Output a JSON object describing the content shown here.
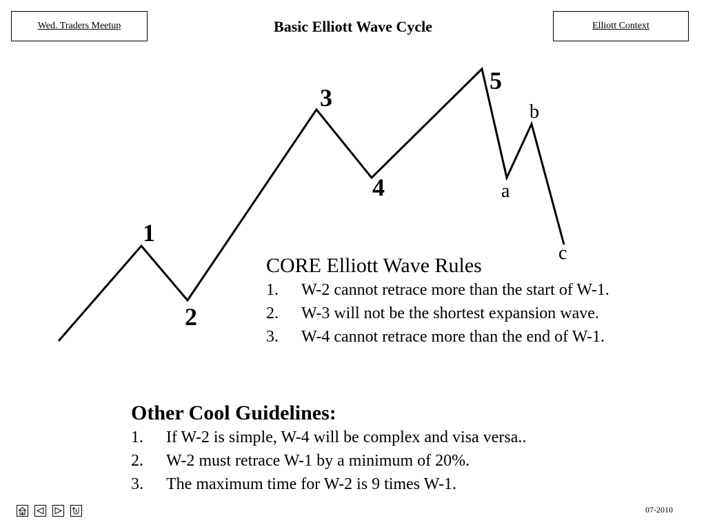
{
  "header": {
    "left_link": "Wed. Traders Meetup",
    "title": "Basic Elliott Wave Cycle",
    "right_link": "Elliott Context"
  },
  "wave_labels": [
    "1",
    "2",
    "3",
    "4",
    "5"
  ],
  "correction_labels": [
    "a",
    "b",
    "c"
  ],
  "core_rules": {
    "heading": "CORE Elliott Wave Rules",
    "items": [
      {
        "num": "1.",
        "text": "W-2 cannot retrace more than the start of W-1."
      },
      {
        "num": "2.",
        "text": "W-3 will not be the shortest expansion wave."
      },
      {
        "num": "3.",
        "text": "W-4 cannot retrace more than the end of W-1."
      }
    ]
  },
  "guidelines": {
    "heading": "Other Cool Guidelines:",
    "items": [
      {
        "num": "1.",
        "text": "If W-2 is simple, W-4 will be complex and visa versa.."
      },
      {
        "num": "2.",
        "text": "W-2 must retrace W-1 by a minimum of 20%."
      },
      {
        "num": "3.",
        "text": "The maximum time for W-2 is 9 times W-1."
      }
    ]
  },
  "footer": {
    "date": "07-2010",
    "nav_icons": [
      "home-icon",
      "previous-icon",
      "next-icon",
      "return-icon"
    ]
  }
}
